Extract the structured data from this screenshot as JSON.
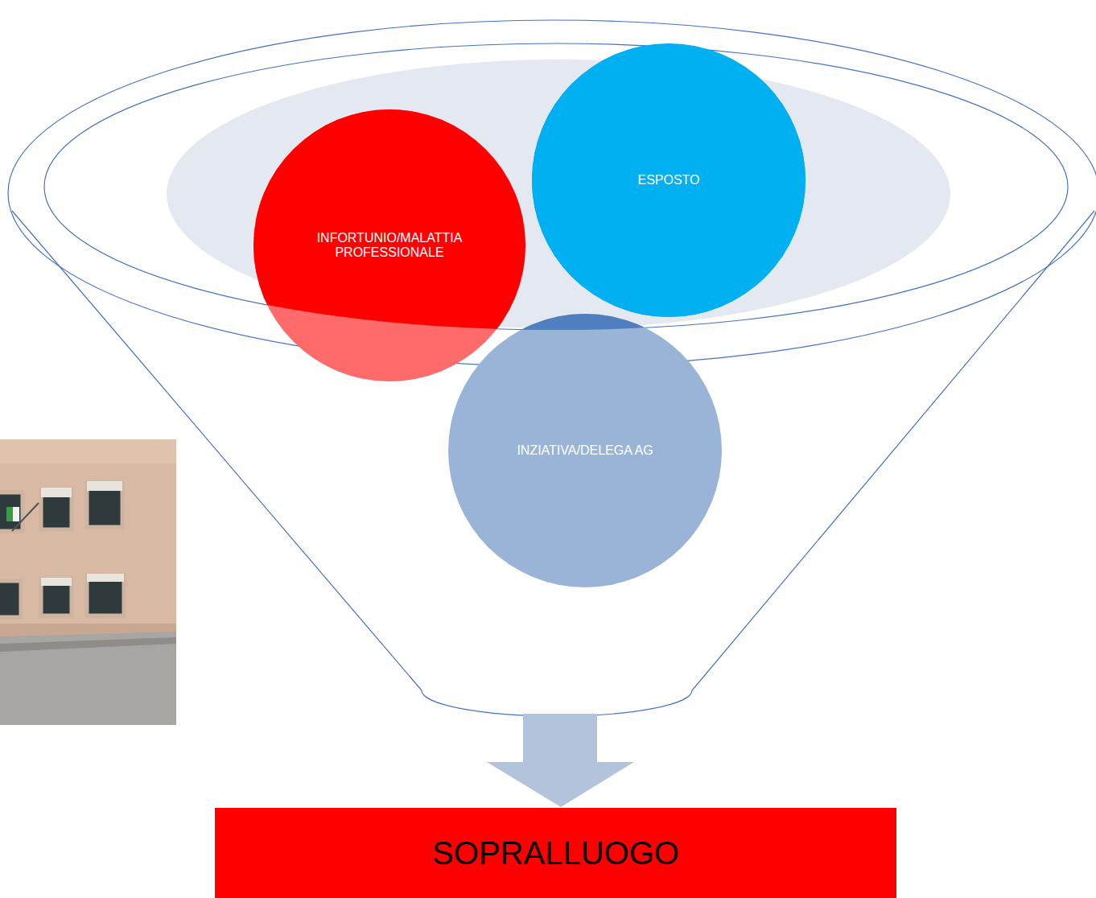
{
  "diagram": {
    "nodes": [
      {
        "text": [
          "INFORTUNIO/MALATTIA PROFESSIONALE"
        ]
      },
      {
        "text": [
          "ESPOSTO"
        ]
      },
      {
        "text": [
          "INZIATIVA/DELEGA AG"
        ]
      },
      {
        "text": [
          "SOPRALLUOGO"
        ]
      }
    ]
  }
}
